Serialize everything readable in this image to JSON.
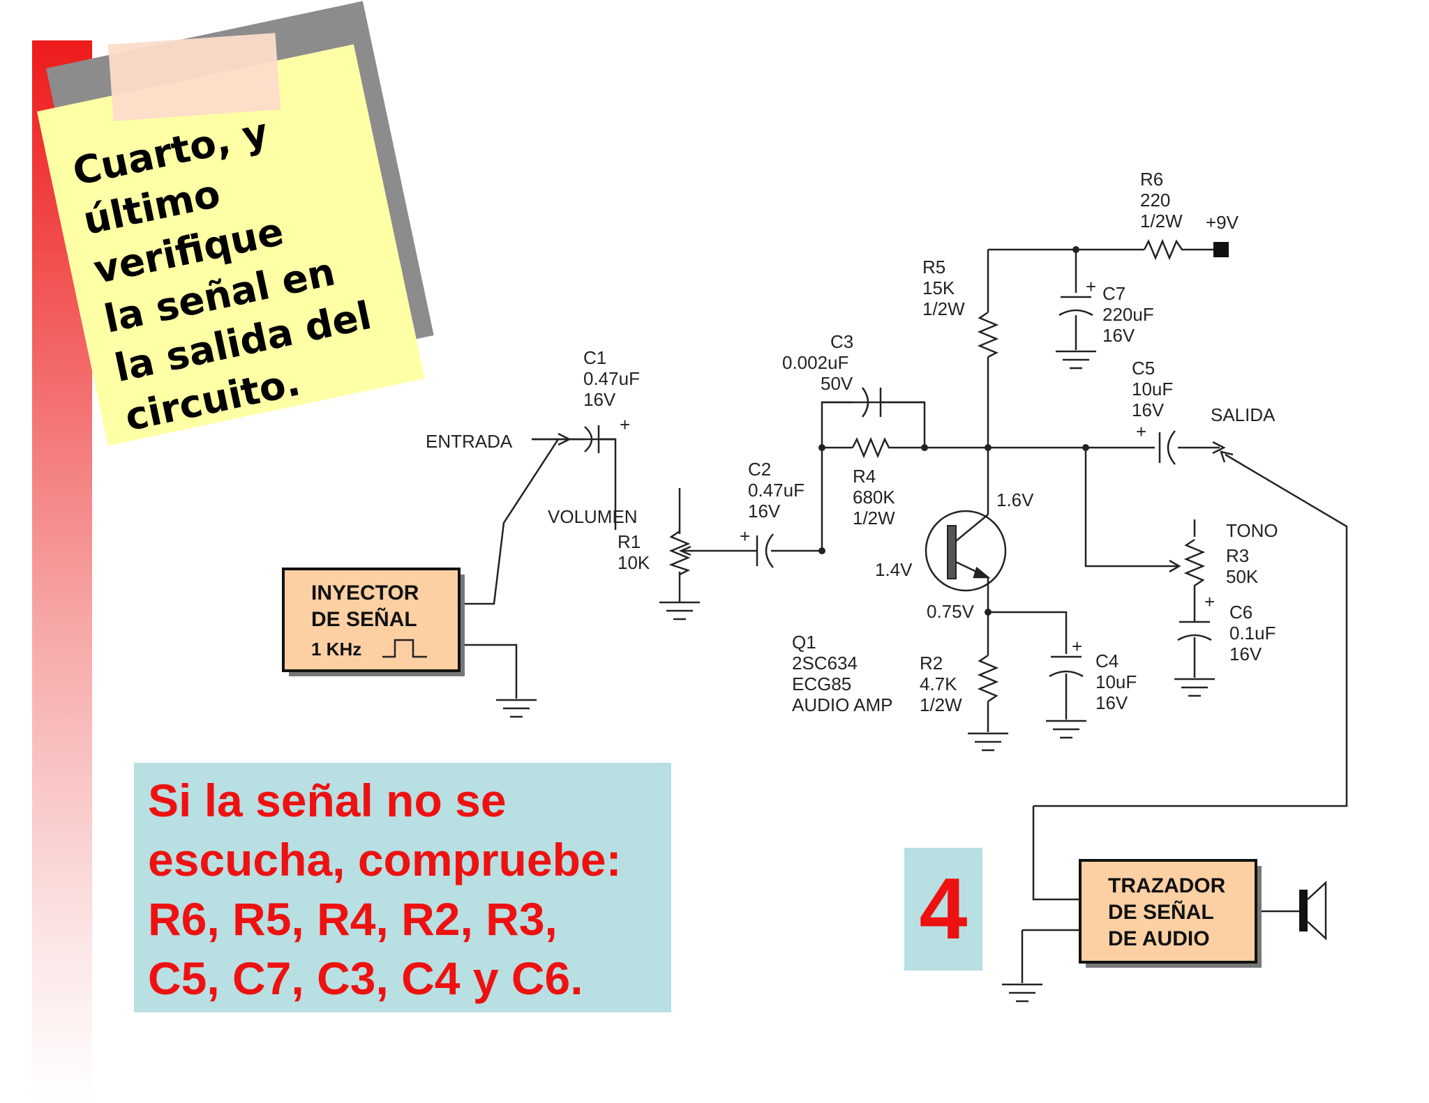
{
  "note": {
    "lines": [
      "Cuarto, y",
      "último",
      "verifique",
      "la señal en",
      "la salida del",
      "circuito."
    ]
  },
  "warning": {
    "lines": [
      "Si la señal no se",
      "escucha, compruebe:",
      "R6, R5, R4, R2, R3,",
      "C5, C7, C3, C4 y C6."
    ]
  },
  "step_number": "4",
  "colors": {
    "accent_red": "#ee1111",
    "note_yellow": "#ffffa6",
    "box_cyan": "#b8dfe2",
    "box_peach": "#fcd0a3"
  },
  "circuit": {
    "entrada": "ENTRADA",
    "salida": "SALIDA",
    "volumen": "VOLUMEN",
    "tono": "TONO",
    "supply": "+9V",
    "c1": [
      "C1",
      "0.47uF",
      "16V"
    ],
    "c2": [
      "C2",
      "0.47uF",
      "16V"
    ],
    "c3": [
      "C3",
      "0.002uF",
      "50V"
    ],
    "c4": [
      "C4",
      "10uF",
      "16V"
    ],
    "c5": [
      "C5",
      "10uF",
      "16V"
    ],
    "c6": [
      "C6",
      "0.1uF",
      "16V"
    ],
    "c7": [
      "C7",
      "220uF",
      "16V"
    ],
    "r1": [
      "R1",
      "10K"
    ],
    "r2": [
      "R2",
      "4.7K",
      "1/2W"
    ],
    "r3": [
      "R3",
      "50K"
    ],
    "r4": [
      "R4",
      "680K",
      "1/2W"
    ],
    "r5": [
      "R5",
      "15K",
      "1/2W"
    ],
    "r6": [
      "R6",
      "220",
      "1/2W"
    ],
    "q1": [
      "Q1",
      "2SC634",
      "ECG85",
      "AUDIO AMP"
    ],
    "v_collector": "1.6V",
    "v_base": "1.4V",
    "v_emitter": "0.75V",
    "plus": "+",
    "injector": [
      "INYECTOR",
      "DE SEÑAL",
      "1 KHz"
    ],
    "tracer": [
      "TRAZADOR",
      "DE SEÑAL",
      "DE AUDIO"
    ]
  }
}
